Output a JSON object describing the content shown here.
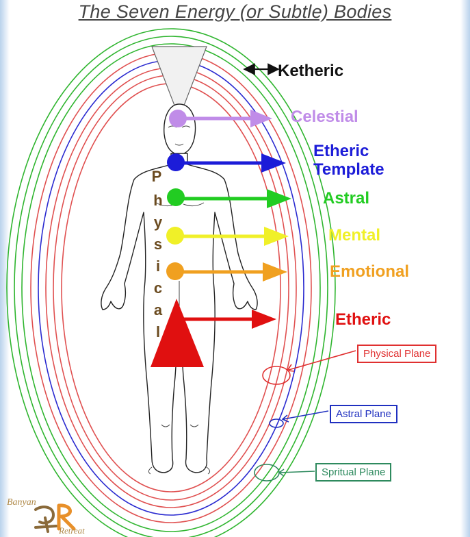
{
  "title": "The Seven Energy (or Subtle) Bodies",
  "bodies": [
    {
      "label": "Ketheric",
      "color": "#111111"
    },
    {
      "label": "Celestial",
      "color": "#c08ce8"
    },
    {
      "label": "Etheric Template",
      "line1": "Etheric",
      "line2": "Template",
      "color": "#1c1cd8"
    },
    {
      "label": "Astral",
      "color": "#22cc22"
    },
    {
      "label": "Mental",
      "color": "#f0f028"
    },
    {
      "label": "Emotional",
      "color": "#f0a020"
    },
    {
      "label": "Etheric",
      "color": "#e01010"
    }
  ],
  "physical_letters": [
    "P",
    "h",
    "y",
    "s",
    "i",
    "c",
    "a",
    "l"
  ],
  "planes": {
    "physical": "Physical Plane",
    "astral": "Astral Plane",
    "spiritual": "Spritual Plane"
  },
  "logo": {
    "top": "Banyan",
    "bottom": "Retreat"
  },
  "colors": {
    "aura_green": "#2fb52f",
    "aura_red": "#e05050",
    "aura_blue": "#2a2ad0",
    "logo_orange": "#e8902a",
    "logo_brown": "#8a6a3a"
  }
}
